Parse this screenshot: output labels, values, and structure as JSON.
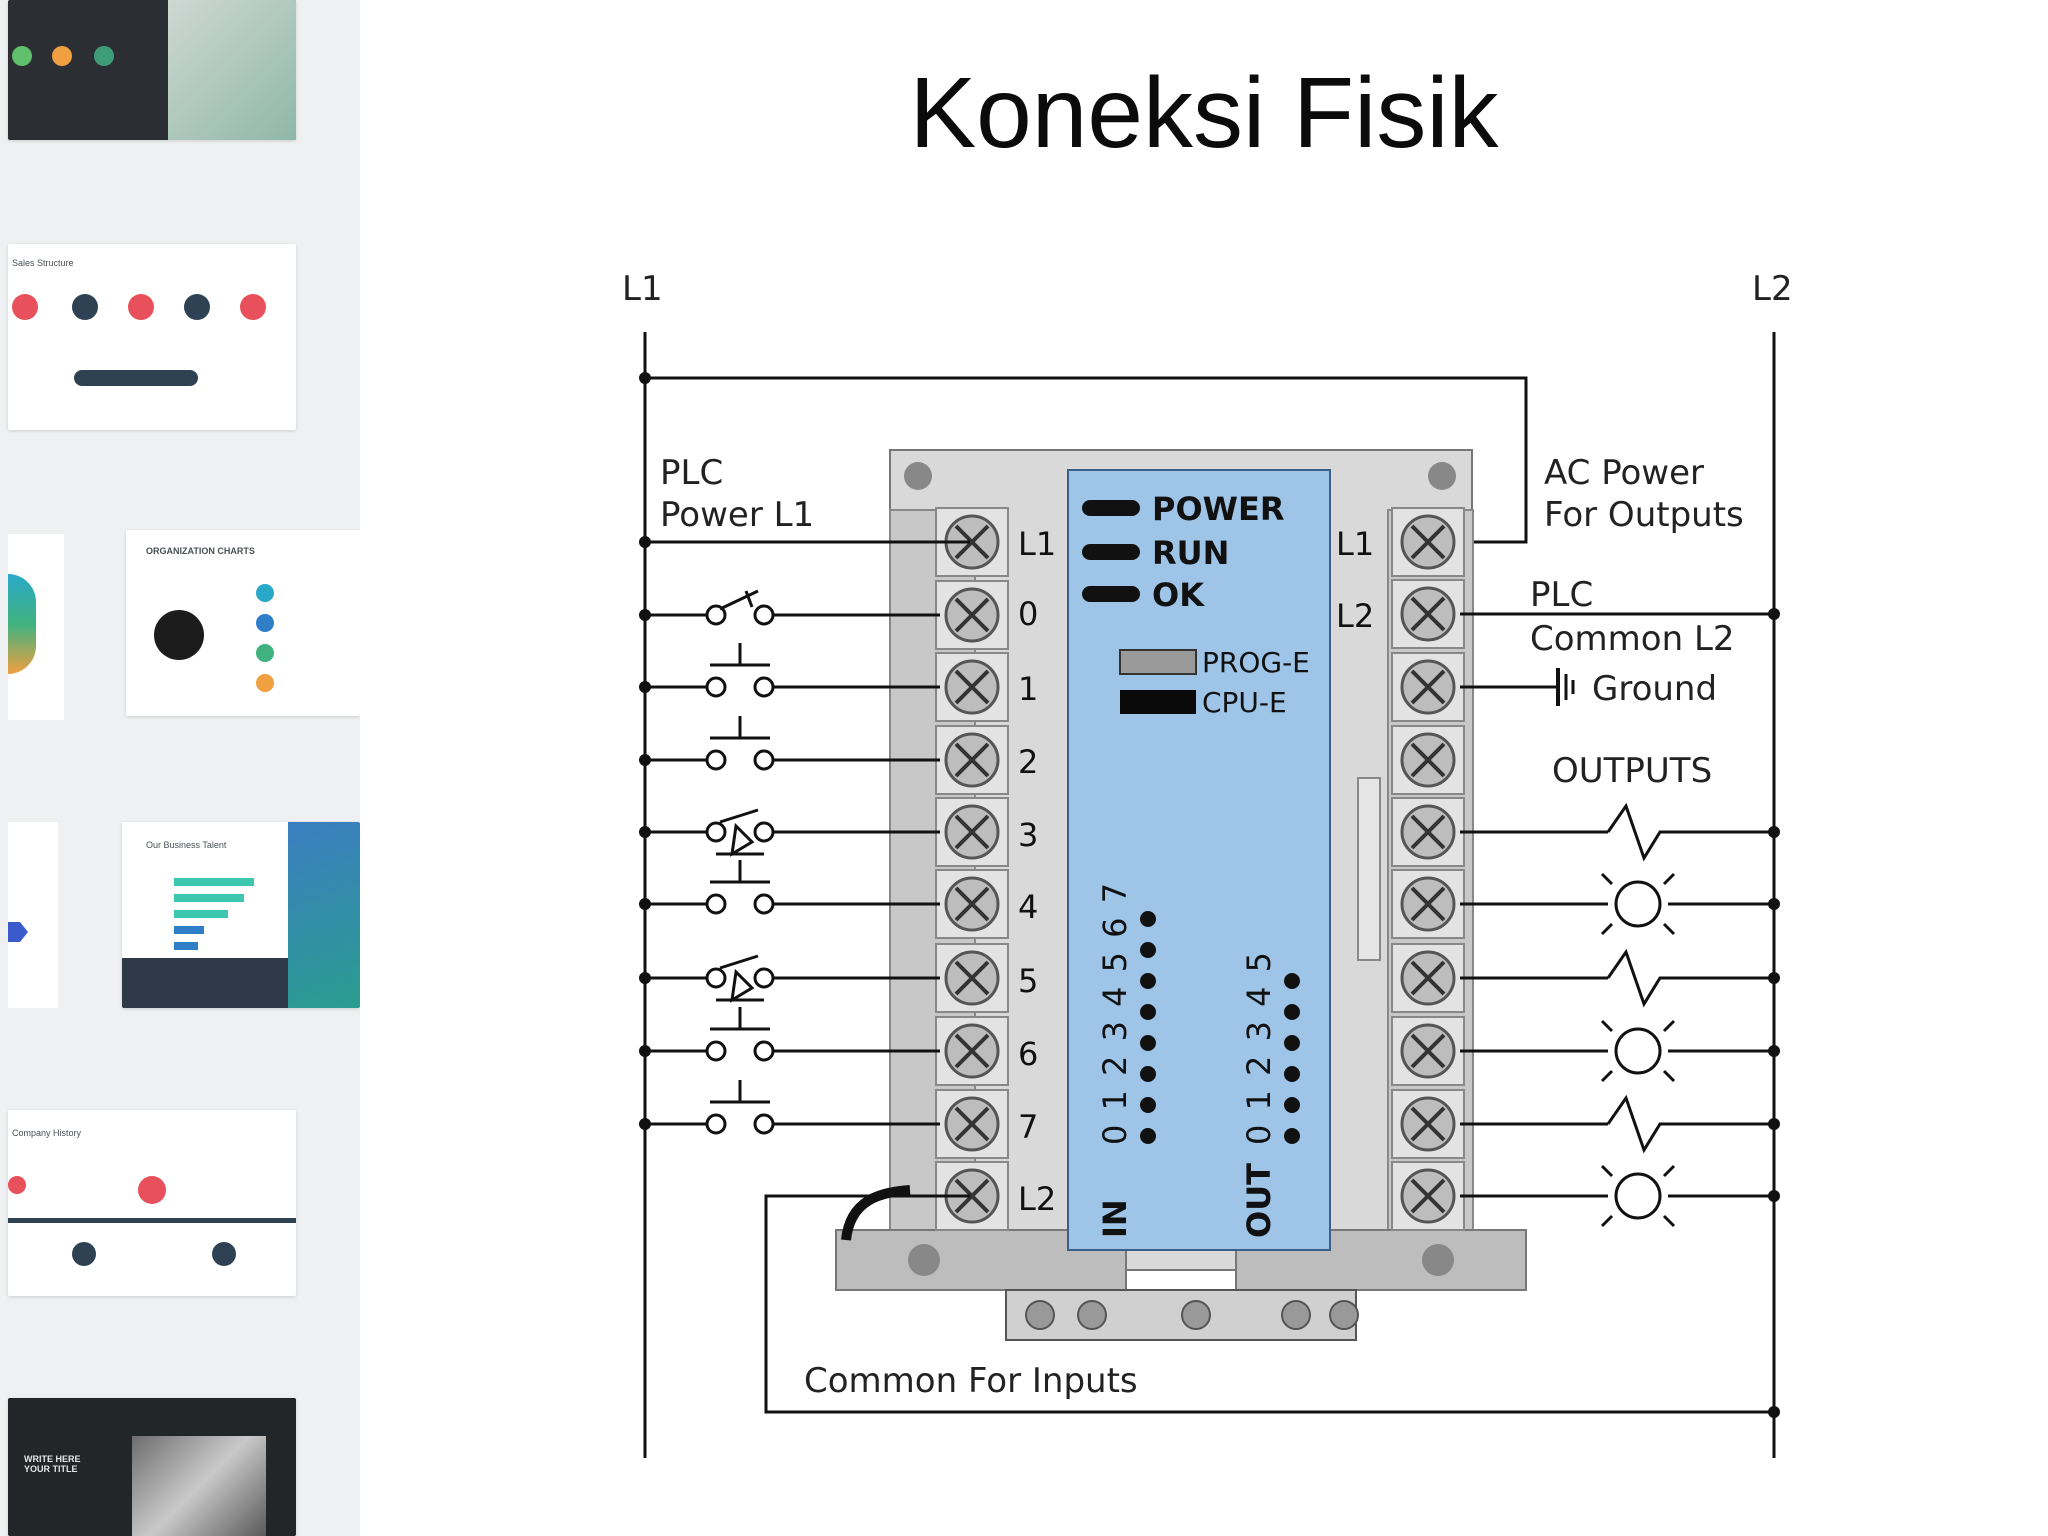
{
  "slide": {
    "title": "Koneksi Fisik"
  },
  "thumbnails": [
    {
      "caption": ""
    },
    {
      "caption": "Sales Structure"
    },
    {
      "caption": "ORGANIZATION CHARTS"
    },
    {
      "caption": "Our Business Talent"
    },
    {
      "caption": "Company History"
    },
    {
      "caption": "WRITE HERE YOUR TITLE"
    }
  ],
  "diagram": {
    "rail_left": "L1",
    "rail_right": "L2",
    "plc_power_label": [
      "PLC",
      "Power L1"
    ],
    "ac_power_label": [
      "AC Power",
      "For Outputs"
    ],
    "plc_common_label": [
      "PLC",
      "Common L2"
    ],
    "ground_label": "Ground",
    "outputs_label": "OUTPUTS",
    "common_inputs_label": "Common For Inputs",
    "indicators": [
      "POWER",
      "RUN",
      "OK"
    ],
    "modules": [
      "PROG-E",
      "CPU-E"
    ],
    "left_terminals": [
      "L1",
      "0",
      "1",
      "2",
      "3",
      "4",
      "5",
      "6",
      "7",
      "L2"
    ],
    "right_terminals": [
      "L1",
      "L2"
    ],
    "in_label": "IN",
    "out_label": "OUT",
    "in_led_numbers": "0 1 2 3 4 5 6 7",
    "out_led_numbers": "0 1 2 3 4 5"
  },
  "colors": {
    "plc_panel": "#9ec4e8",
    "plc_body": "#d9d9d9",
    "wire": "#111111"
  }
}
